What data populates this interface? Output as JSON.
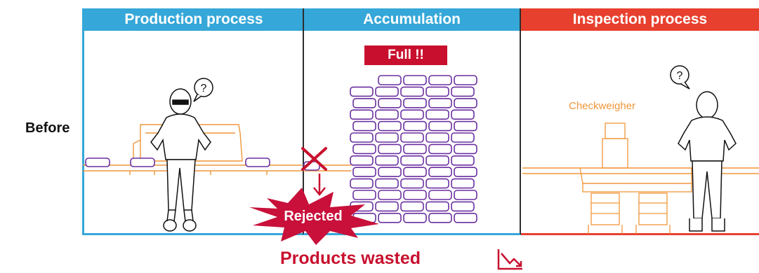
{
  "row_label": "Before",
  "panels": {
    "production": {
      "title": "Production process"
    },
    "accumulation": {
      "title": "Accumulation"
    },
    "inspection": {
      "title": "Inspection process"
    }
  },
  "badges": {
    "full": "Full !!",
    "rejected": "Rejected"
  },
  "labels": {
    "checkweigher": "Checkweigher",
    "products_wasted": "Products wasted",
    "question_mark": "?"
  },
  "colors": {
    "process_blue": "#35a7d8",
    "inspection_red": "#e8402e",
    "alert_red": "#c8102e",
    "product_purple": "#6a2fa0",
    "conveyor_orange": "#f0963a",
    "reject_burst": "#c8103a"
  },
  "icons": [
    "question-bubble-icon",
    "reject-x-icon",
    "down-arrow-icon",
    "downtrend-chart-icon",
    "worker-figure-icon"
  ]
}
